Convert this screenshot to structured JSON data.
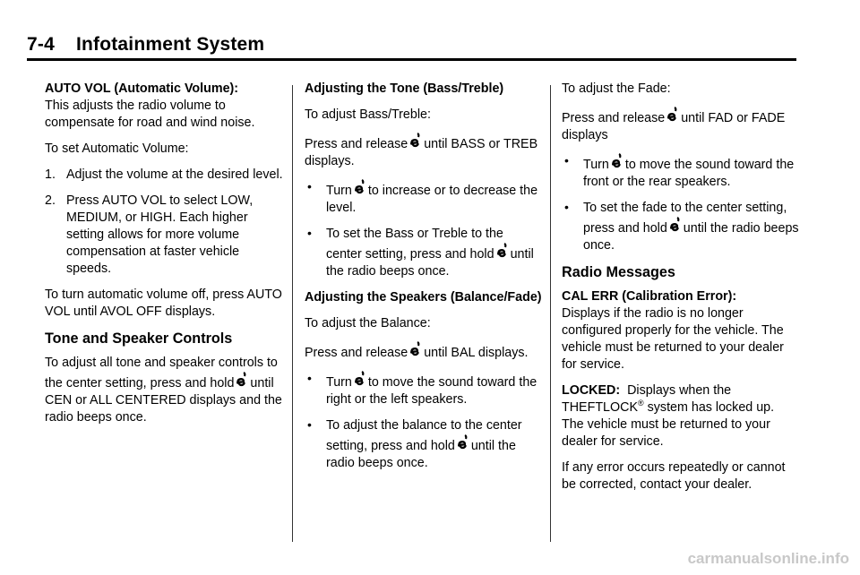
{
  "header": {
    "page_number": "7-4",
    "section": "Infotainment System"
  },
  "col1": {
    "auto_vol_heading": "AUTO VOL (Automatic Volume):",
    "auto_vol_desc": "This adjusts the radio volume to compensate for road and wind noise.",
    "to_set": "To set Automatic Volume:",
    "steps": [
      {
        "num": "1.",
        "text": "Adjust the volume at the desired level."
      },
      {
        "num": "2.",
        "text": "Press AUTO VOL to select LOW, MEDIUM, or HIGH. Each higher setting allows for more volume compensation at faster vehicle speeds."
      }
    ],
    "turn_off": "To turn automatic volume off, press AUTO VOL until AVOL OFF displays.",
    "tone_heading": "Tone and Speaker Controls",
    "tone_p1a": "To adjust all tone and speaker controls to the center setting, press and hold",
    "tone_p1b": "until CEN or ALL CENTERED displays and the radio beeps once."
  },
  "col2": {
    "tone_adj_heading": "Adjusting the Tone (Bass/Treble)",
    "adjust_bass": "To adjust Bass/Treble:",
    "press_bass_a": "Press and release",
    "press_bass_b": "until BASS or TREB displays.",
    "turn_a": "Turn",
    "turn_b": "to increase or to decrease the level.",
    "set_center_a": "To set the Bass or Treble to the center setting, press and hold",
    "set_center_b": "until the radio beeps once.",
    "speakers_heading": "Adjusting the Speakers (Balance/Fade)",
    "adjust_balance": "To adjust the Balance:",
    "press_bal_a": "Press and release",
    "press_bal_b": "until BAL displays.",
    "turn2_a": "Turn",
    "turn2_b": "to move the sound toward the right or the left speakers.",
    "bal_center_a": "To adjust the balance to the center setting, press and hold",
    "bal_center_b": "until the radio beeps once."
  },
  "col3": {
    "adjust_fade": "To adjust the Fade:",
    "press_fad_a": "Press and release",
    "press_fad_b": "until FAD or FADE displays",
    "turn_a": "Turn",
    "turn_b": "to move the sound toward the front or the rear speakers.",
    "fade_center_a": "To set the fade to the center setting, press and hold",
    "fade_center_b": "until the radio beeps once.",
    "radio_msgs_heading": "Radio Messages",
    "cal_err_heading": "CAL ERR (Calibration Error):",
    "cal_err_desc": "Displays if the radio is no longer configured properly for the vehicle. The vehicle must be returned to your dealer for service.",
    "locked_label": "LOCKED:",
    "locked_desc_a": "Displays when the THEFTLOCK",
    "locked_reg": "®",
    "locked_desc_b": "system has locked up. The vehicle must be returned to your dealer for service.",
    "error_p": "If any error occurs repeatedly or cannot be corrected, contact your dealer."
  },
  "footer": {
    "watermark": "carmanualsonline.info"
  },
  "icons": {
    "tune_knob": "tune-knob-icon"
  }
}
